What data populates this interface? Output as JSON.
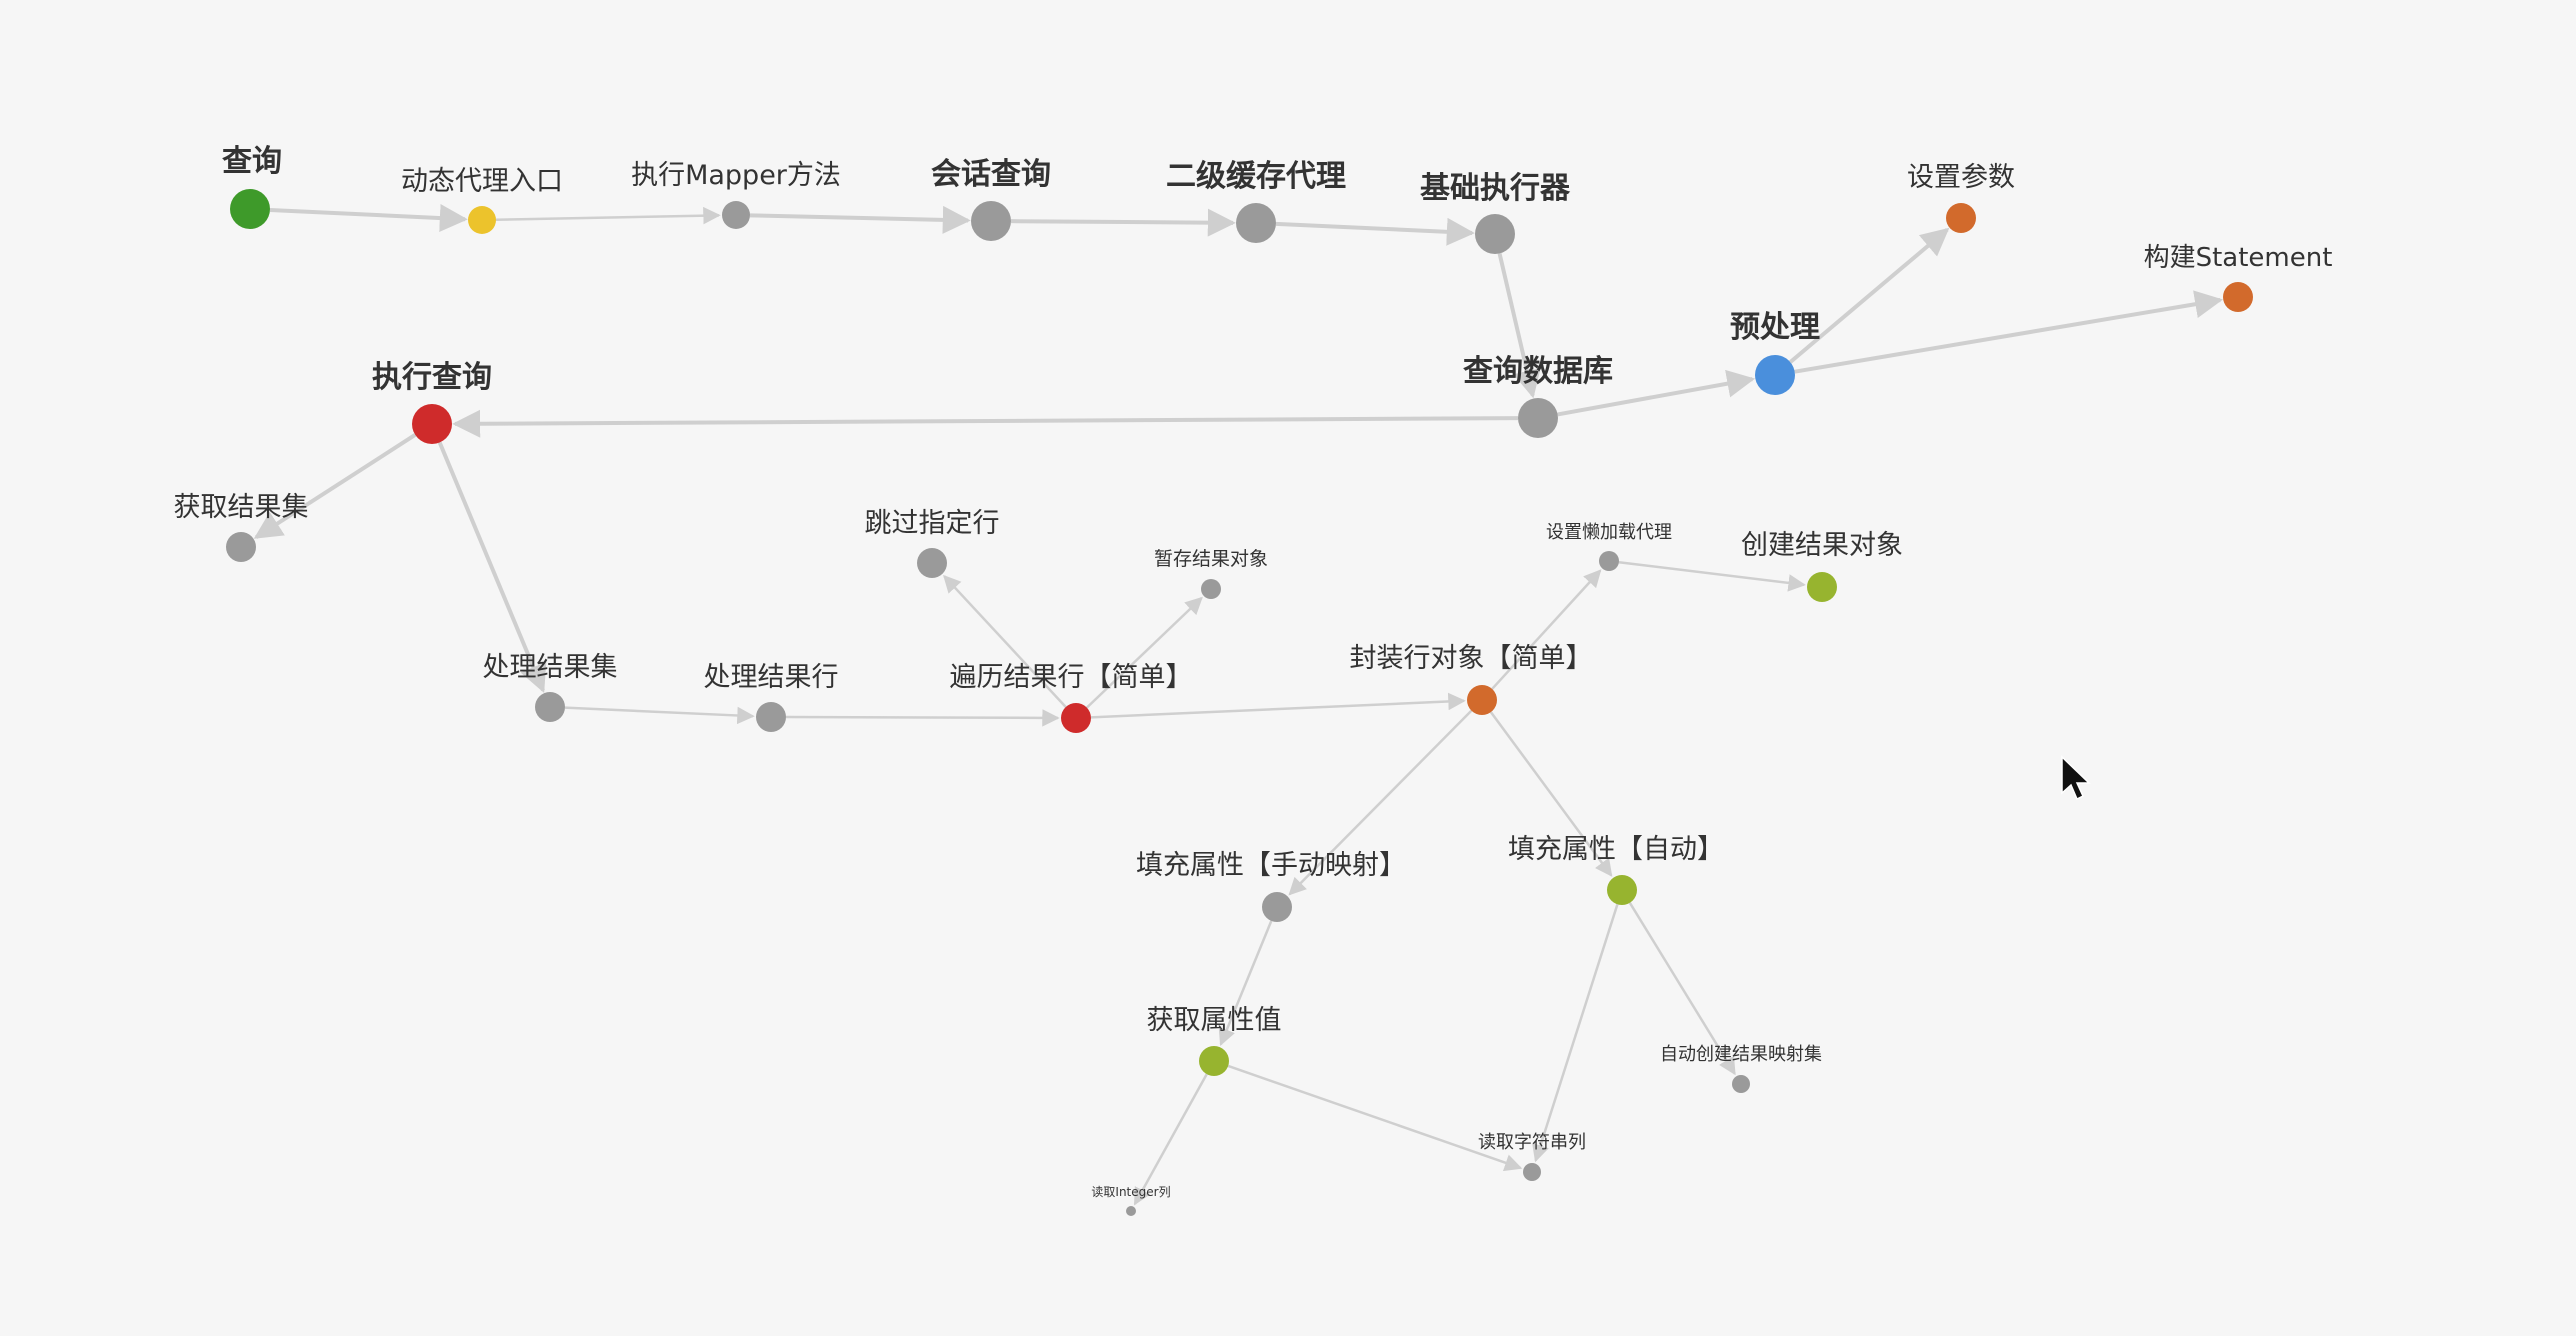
{
  "colors": {
    "background": "#f6f6f6",
    "edge": "#cfcfcf",
    "text": "#333333",
    "gray": "#9a9a9a",
    "green": "#3e9a2a",
    "yellow": "#ecc32c",
    "orange": "#d26a2c",
    "blue": "#4a8fdc",
    "red": "#cf2b2b",
    "olive": "#97b42f"
  },
  "nodes": [
    {
      "id": "query",
      "label": "查询",
      "color": "green",
      "bold": true
    },
    {
      "id": "dynamic_proxy",
      "label": "动态代理入口",
      "color": "yellow",
      "bold": false
    },
    {
      "id": "exec_mapper",
      "label": "执行Mapper方法",
      "color": "gray",
      "bold": false
    },
    {
      "id": "session_query",
      "label": "会话查询",
      "color": "gray",
      "bold": true
    },
    {
      "id": "l2_cache",
      "label": "二级缓存代理",
      "color": "gray",
      "bold": true
    },
    {
      "id": "base_executor",
      "label": "基础执行器",
      "color": "gray",
      "bold": true
    },
    {
      "id": "query_db",
      "label": "查询数据库",
      "color": "gray",
      "bold": true
    },
    {
      "id": "prepare",
      "label": "预处理",
      "color": "blue",
      "bold": true
    },
    {
      "id": "set_params",
      "label": "设置参数",
      "color": "orange",
      "bold": false
    },
    {
      "id": "build_stmt",
      "label": "构建Statement",
      "color": "orange",
      "bold": false
    },
    {
      "id": "exec_query",
      "label": "执行查询",
      "color": "red",
      "bold": true
    },
    {
      "id": "get_resultset",
      "label": "获取结果集",
      "color": "gray",
      "bold": false
    },
    {
      "id": "handle_resultset",
      "label": "处理结果集",
      "color": "gray",
      "bold": false
    },
    {
      "id": "handle_row",
      "label": "处理结果行",
      "color": "gray",
      "bold": false
    },
    {
      "id": "iter_rows",
      "label": "遍历结果行【简单】",
      "color": "red",
      "bold": false
    },
    {
      "id": "skip_rows",
      "label": "跳过指定行",
      "color": "gray",
      "bold": false
    },
    {
      "id": "store_obj",
      "label": "暂存结果对象",
      "color": "gray",
      "bold": false
    },
    {
      "id": "wrap_row",
      "label": "封装行对象【简单】",
      "color": "orange",
      "bold": false
    },
    {
      "id": "lazy_proxy",
      "label": "设置懒加载代理",
      "color": "gray",
      "bold": false
    },
    {
      "id": "create_obj",
      "label": "创建结果对象",
      "color": "olive",
      "bold": false
    },
    {
      "id": "fill_manual",
      "label": "填充属性【手动映射】",
      "color": "gray",
      "bold": false
    },
    {
      "id": "fill_auto",
      "label": "填充属性【自动】",
      "color": "olive",
      "bold": false
    },
    {
      "id": "get_prop",
      "label": "获取属性值",
      "color": "olive",
      "bold": false
    },
    {
      "id": "auto_mapping",
      "label": "自动创建结果映射集",
      "color": "gray",
      "bold": false
    },
    {
      "id": "read_string",
      "label": "读取字符串列",
      "color": "gray",
      "bold": false
    },
    {
      "id": "read_int",
      "label": "读取Integer列",
      "color": "gray",
      "bold": false
    }
  ],
  "edges": [
    [
      "query",
      "dynamic_proxy"
    ],
    [
      "dynamic_proxy",
      "exec_mapper"
    ],
    [
      "exec_mapper",
      "session_query"
    ],
    [
      "session_query",
      "l2_cache"
    ],
    [
      "l2_cache",
      "base_executor"
    ],
    [
      "base_executor",
      "query_db"
    ],
    [
      "query_db",
      "prepare"
    ],
    [
      "prepare",
      "set_params"
    ],
    [
      "prepare",
      "build_stmt"
    ],
    [
      "query_db",
      "exec_query"
    ],
    [
      "exec_query",
      "get_resultset"
    ],
    [
      "exec_query",
      "handle_resultset"
    ],
    [
      "handle_resultset",
      "handle_row"
    ],
    [
      "handle_row",
      "iter_rows"
    ],
    [
      "iter_rows",
      "skip_rows"
    ],
    [
      "iter_rows",
      "store_obj"
    ],
    [
      "iter_rows",
      "wrap_row"
    ],
    [
      "wrap_row",
      "lazy_proxy"
    ],
    [
      "lazy_proxy",
      "create_obj"
    ],
    [
      "wrap_row",
      "fill_manual"
    ],
    [
      "wrap_row",
      "fill_auto"
    ],
    [
      "fill_manual",
      "get_prop"
    ],
    [
      "get_prop",
      "read_string"
    ],
    [
      "get_prop",
      "read_int"
    ],
    [
      "fill_auto",
      "read_string"
    ],
    [
      "fill_auto",
      "auto_mapping"
    ]
  ]
}
